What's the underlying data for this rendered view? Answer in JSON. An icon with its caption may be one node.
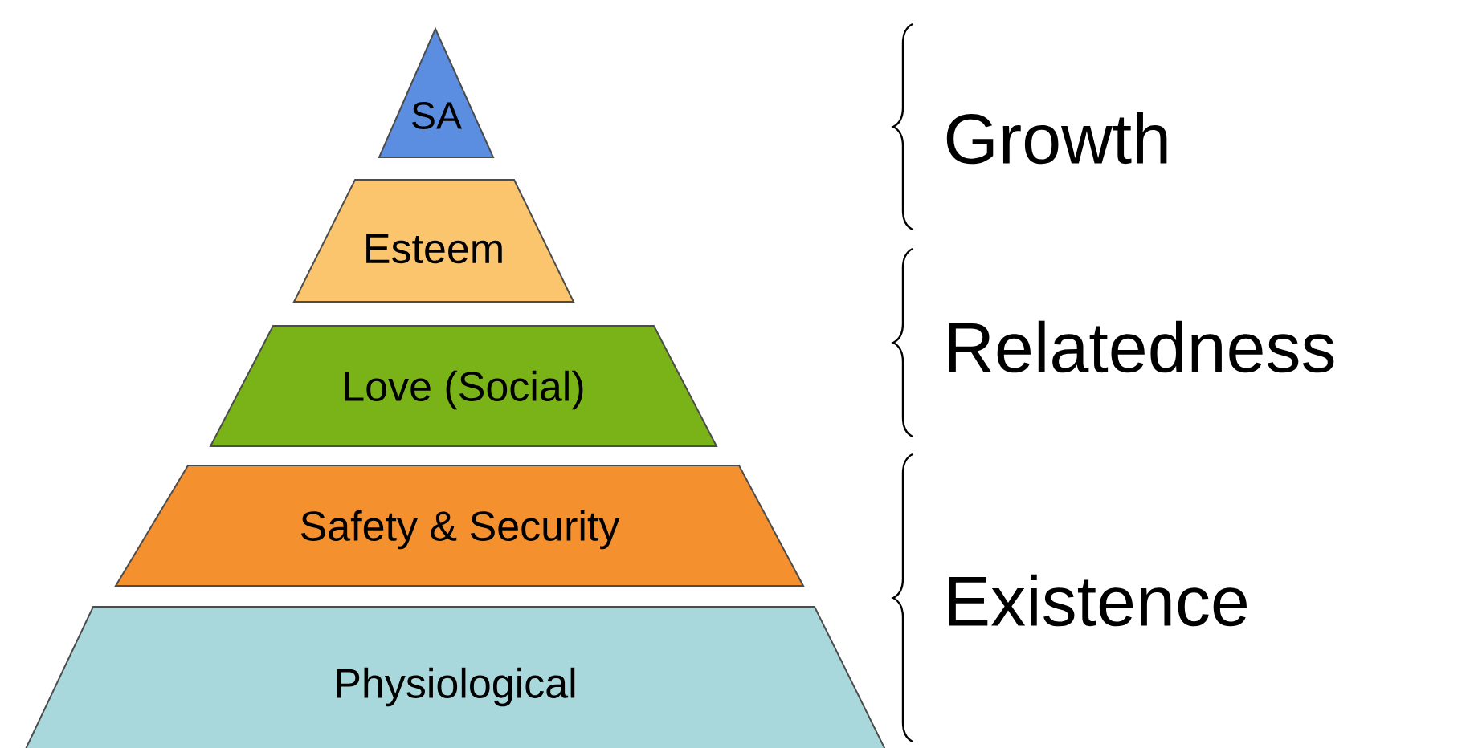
{
  "diagram": {
    "nodes": [
      {
        "text": [
          "SA"
        ]
      },
      {
        "text": [
          "Esteem"
        ]
      },
      {
        "text": [
          "Love (Social)"
        ]
      },
      {
        "text": [
          "Safety & Security"
        ]
      },
      {
        "text": [
          "Physiological"
        ]
      }
    ],
    "labels": [
      "Growth",
      "Relatedness",
      "Existence"
    ]
  }
}
